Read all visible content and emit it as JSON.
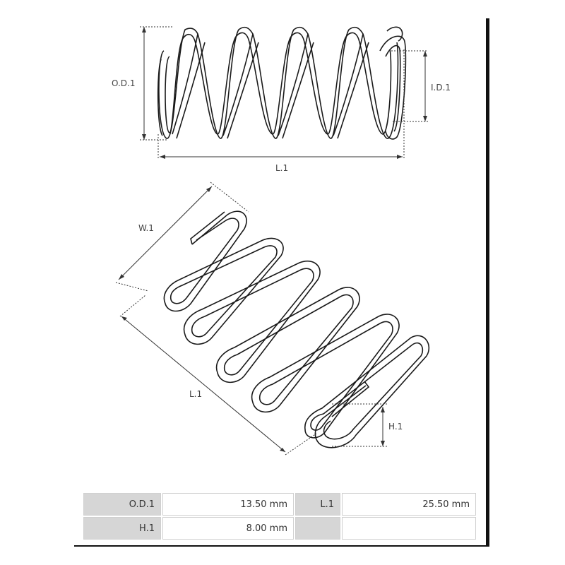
{
  "labels": {
    "top_od": "O.D.1",
    "top_id": "I.D.1",
    "top_length": "L.1",
    "iso_width": "W.1",
    "iso_length": "L.1",
    "iso_height": "H.1"
  },
  "specs": {
    "row1": {
      "key1": "O.D.1",
      "val1": "13.50 mm",
      "key2": "L.1",
      "val2": "25.50 mm"
    },
    "row2": {
      "key1": "H.1",
      "val1": "8.00 mm",
      "key2": "",
      "val2": ""
    }
  }
}
